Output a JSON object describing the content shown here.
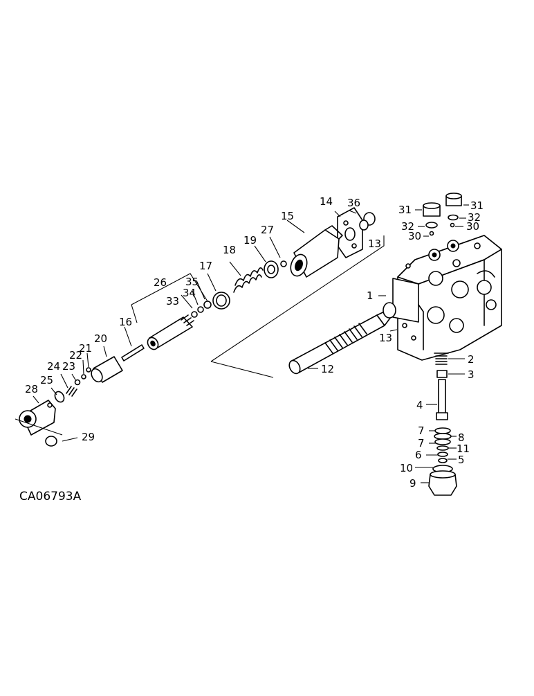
{
  "figure": {
    "code": "CA06793A",
    "callouts": {
      "p1": "1",
      "p2": "2",
      "p3": "3",
      "p4": "4",
      "p5": "5",
      "p6": "6",
      "p7a": "7",
      "p7b": "7",
      "p8": "8",
      "p9": "9",
      "p10": "10",
      "p11": "11",
      "p12": "12",
      "p13a": "13",
      "p13b": "13",
      "p14": "14",
      "p15": "15",
      "p16": "16",
      "p17": "17",
      "p18": "18",
      "p19": "19",
      "p20": "20",
      "p21": "21",
      "p22": "22",
      "p23": "23",
      "p24": "24",
      "p25": "25",
      "p26": "26",
      "p27": "27",
      "p28": "28",
      "p29": "29",
      "p30a": "30",
      "p30b": "30",
      "p31a": "31",
      "p31b": "31",
      "p32a": "32",
      "p32b": "32",
      "p33": "33",
      "p34": "34",
      "p35": "35",
      "p36": "36"
    }
  }
}
